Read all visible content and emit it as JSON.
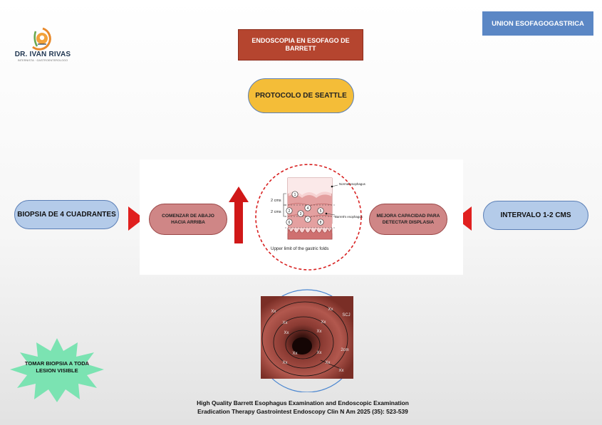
{
  "logo": {
    "name": "DR. IVAN RIVAS",
    "subtitle": "INTERNISTA · GASTROENTEROLOGO"
  },
  "top": {
    "union": "UNION ESOFAGOGASTRICA",
    "title": "ENDOSCOPIA EN ESOFAGO DE BARRETT",
    "protocol": "PROTOCOLO DE SEATTLE"
  },
  "left": {
    "oval": "BIOPSIA DE 4 CUADRANTES",
    "pill": "COMENZAR DE ABAJO HACIA ARRIBA"
  },
  "right": {
    "oval": "INTERVALO 1-2 CMS",
    "pill": "MEJORA CAPACIDAD PARA DETECTAR DISPLASIA"
  },
  "diagram": {
    "label_normal": "Normal esophagus",
    "label_barrett": "Barrett's esophagus",
    "dist_1": "2 cms",
    "dist_2": "2 cms",
    "bottom": "Upper limit of the gastric folds",
    "biopsy_numbers": [
      "1",
      "2",
      "3",
      "4",
      "5",
      "6",
      "7",
      "8"
    ]
  },
  "endoscopy": {
    "marks": [
      "Xx",
      "Xx",
      "Xx",
      "Xx",
      "Xx",
      "Xx",
      "Xx",
      "Xx",
      "Xx",
      "Xx",
      "Xx"
    ],
    "sqj": "SCJ",
    "dist": "2cm"
  },
  "star": {
    "text": "TOMAR BIOPSIA A TODA LESION VISIBLE"
  },
  "citation": {
    "line1": "High Quality Barrett Esophagus Examination and Endoscopic Examination",
    "line2": "Eradication Therapy Gastrointest Endoscopy Clin N Am 2025 (35): 523-539"
  },
  "colors": {
    "union_blue": "#5b87c5",
    "title_red": "#b5452f",
    "protocol_yellow": "#f4bd38",
    "oval_blue": "#b4cbe9",
    "pill_rose": "#cf8686",
    "arrow_red": "#e0201f",
    "star_green": "#7be3b2"
  }
}
